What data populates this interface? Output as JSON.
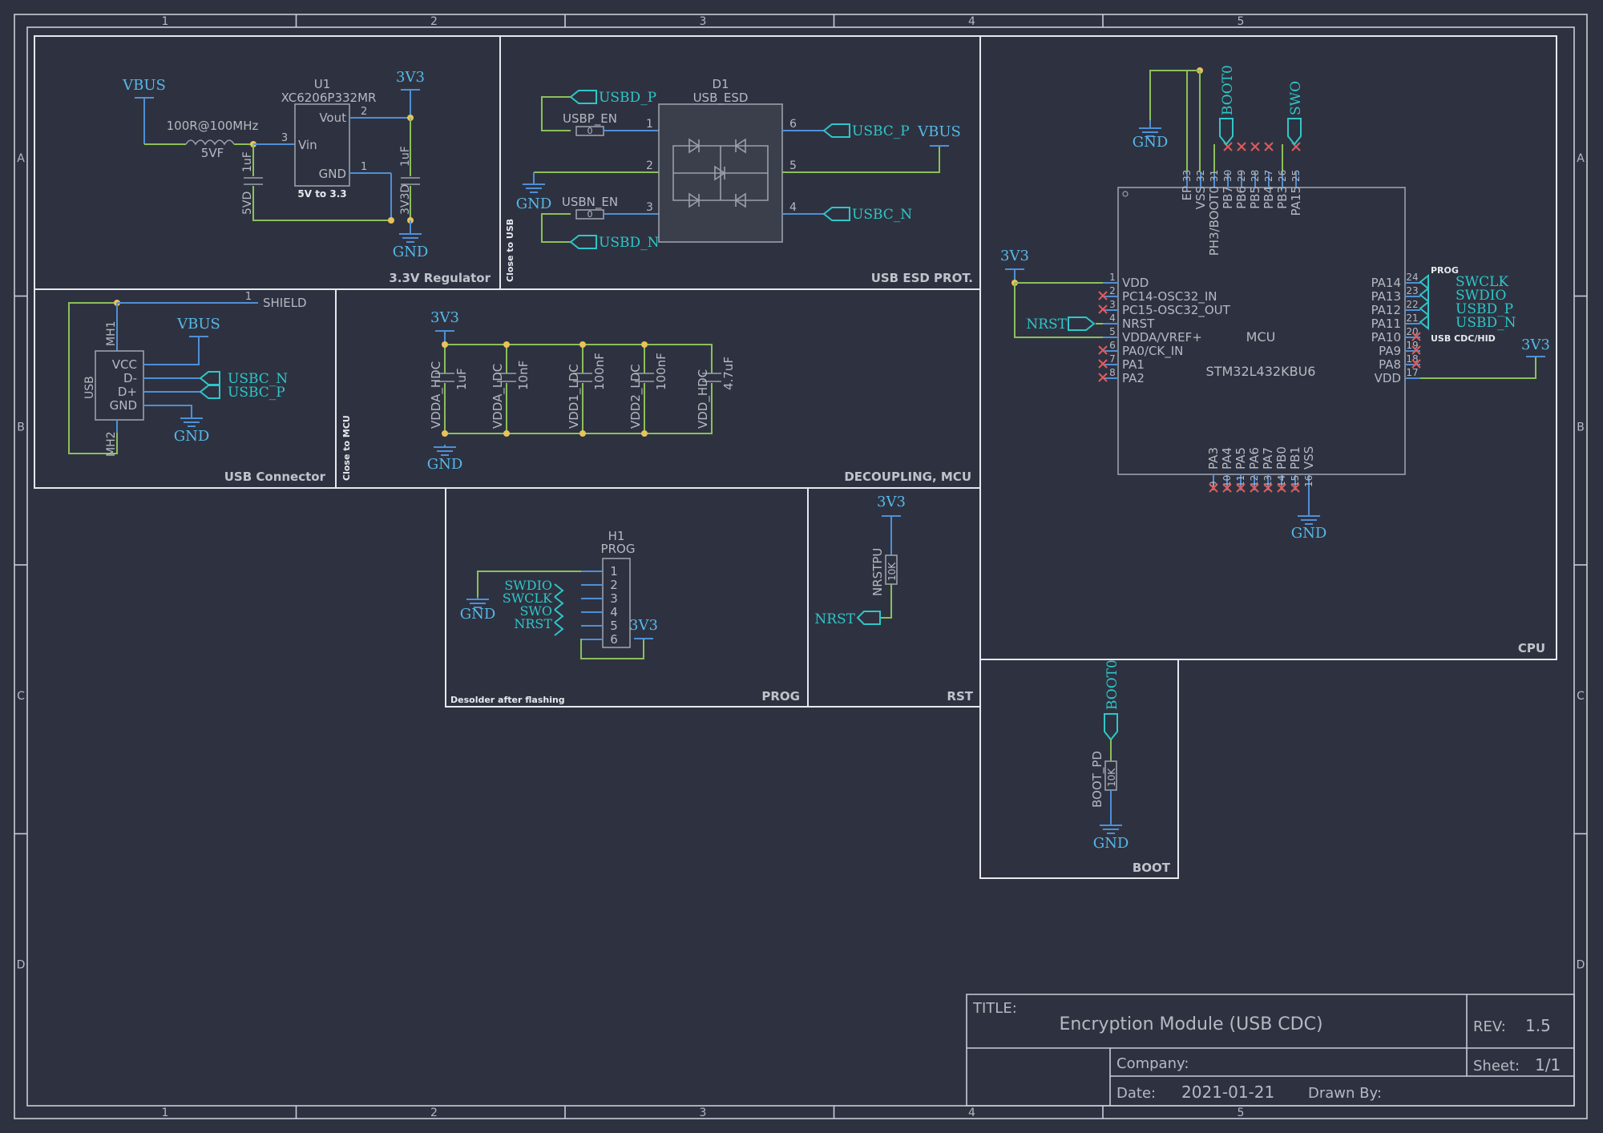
{
  "frame": {
    "cols": [
      "1",
      "2",
      "3",
      "4",
      "5"
    ],
    "rows": [
      "A",
      "B",
      "C",
      "D"
    ]
  },
  "sections": {
    "reg": "3.3V Regulator",
    "esd": "USB ESD PROT.",
    "cpu": "CPU",
    "usbconn": "USB Connector",
    "decoupling": "DECOUPLING, MCU",
    "prog": "PROG",
    "rst": "RST",
    "boot": "BOOT",
    "close_usb": "Close to USB",
    "close_mcu": "Close to MCU",
    "desolder": "Desolder after flashing"
  },
  "nets": {
    "vbus": "VBUS",
    "v33": "3V3",
    "gnd": "GND",
    "usbd_p": "USBD_P",
    "usbd_n": "USBD_N",
    "usbc_p": "USBC_P",
    "usbc_n": "USBC_N",
    "boot0": "BOOT0",
    "swo": "SWO",
    "nrst": "NRST",
    "swclk": "SWCLK",
    "swdio": "SWDIO",
    "shield": "SHIELD"
  },
  "regulator": {
    "ref": "U1",
    "part": "XC6206P332MR",
    "note": "5V to 3.3",
    "vin": "Vin",
    "vout": "Vout",
    "gnd": "GND",
    "pin_vin": "3",
    "pin_vout": "2",
    "pin_gnd": "1",
    "ferrite": "100R@100MHz",
    "ferrite_ref": "5VF",
    "cin_ref": "5VD",
    "cin_val": "1uF",
    "cout_ref": "3V3D",
    "cout_val": "1uF"
  },
  "esd": {
    "ref": "D1",
    "part": "USB_ESD",
    "r1_ref": "USBP_EN",
    "r1_val": "0",
    "r2_ref": "USBN_EN",
    "r2_val": "0",
    "pins": [
      "1",
      "2",
      "3",
      "4",
      "5",
      "6"
    ]
  },
  "usb": {
    "ref": "USB",
    "mh1": "MH1",
    "mh2": "MH2",
    "pins": [
      "VCC",
      "D-",
      "D+",
      "GND"
    ],
    "shield_pin": "1"
  },
  "decoupling": [
    {
      "ref": "VDDA_HDC",
      "val": "1uF"
    },
    {
      "ref": "VDDA_LDC",
      "val": "10nF"
    },
    {
      "ref": "VDD1_LDC",
      "val": "100nF"
    },
    {
      "ref": "VDD2_LDC",
      "val": "100nF"
    },
    {
      "ref": "VDD_HDC",
      "val": "4.7uF"
    }
  ],
  "mcu": {
    "ref": "MCU",
    "part": "STM32L432KBU6",
    "left_pins": [
      {
        "name": "VDD",
        "num": "1"
      },
      {
        "name": "PC14-OSC32_IN",
        "num": "2"
      },
      {
        "name": "PC15-OSC32_OUT",
        "num": "3"
      },
      {
        "name": "NRST",
        "num": "4"
      },
      {
        "name": "VDDA/VREF+",
        "num": "5"
      },
      {
        "name": "PA0/CK_IN",
        "num": "6"
      },
      {
        "name": "PA1",
        "num": "7"
      },
      {
        "name": "PA2",
        "num": "8"
      }
    ],
    "right_pins": [
      {
        "name": "PA14",
        "num": "24"
      },
      {
        "name": "PA13",
        "num": "23"
      },
      {
        "name": "PA12",
        "num": "22"
      },
      {
        "name": "PA11",
        "num": "21"
      },
      {
        "name": "PA10",
        "num": "20"
      },
      {
        "name": "PA9",
        "num": "19"
      },
      {
        "name": "PA8",
        "num": "18"
      },
      {
        "name": "VDD",
        "num": "17"
      }
    ],
    "top_pins": [
      {
        "name": "EP",
        "num": "33"
      },
      {
        "name": "VSS",
        "num": "32"
      },
      {
        "name": "PH3/BOOT0",
        "num": "31"
      },
      {
        "name": "PB7",
        "num": "30"
      },
      {
        "name": "PB6",
        "num": "29"
      },
      {
        "name": "PB5",
        "num": "28"
      },
      {
        "name": "PB4",
        "num": "27"
      },
      {
        "name": "PB3",
        "num": "26"
      },
      {
        "name": "PA15",
        "num": "25"
      }
    ],
    "bottom_pins": [
      {
        "name": "PA3",
        "num": "9"
      },
      {
        "name": "PA4",
        "num": "10"
      },
      {
        "name": "PA5",
        "num": "11"
      },
      {
        "name": "PA6",
        "num": "12"
      },
      {
        "name": "PA7",
        "num": "13"
      },
      {
        "name": "PB0",
        "num": "14"
      },
      {
        "name": "PB1",
        "num": "15"
      },
      {
        "name": "VSS",
        "num": "16"
      }
    ],
    "prog_tag": "PROG",
    "cdc_tag": "USB CDC/HID"
  },
  "header": {
    "ref": "H1",
    "part": "PROG",
    "pins": [
      "1",
      "2",
      "3",
      "4",
      "5",
      "6"
    ]
  },
  "rst": {
    "ref": "NRSTPU",
    "val": "10K"
  },
  "boot": {
    "ref": "BOOT_PD",
    "val": "10K"
  },
  "title_block": {
    "title_label": "TITLE:",
    "title": "Encryption Module (USB CDC)",
    "rev_label": "REV:",
    "rev": "1.5",
    "company_label": "Company:",
    "sheet_label": "Sheet:",
    "sheet": "1/1",
    "date_label": "Date:",
    "date": "2021-01-21",
    "drawn_label": "Drawn By:"
  }
}
